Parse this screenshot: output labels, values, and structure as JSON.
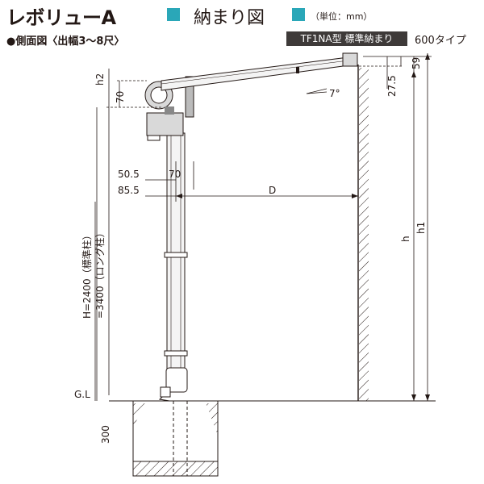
{
  "header": {
    "title": "レボリューA",
    "subtitle": "納まり図",
    "unit": "（単位：mm）",
    "side_view": "●側面図〈出幅3〜8尺〉",
    "badge": "TF1NA型 標準納まり",
    "type": "600タイプ"
  },
  "dimensions": {
    "h2": "h2",
    "seventy_top": "70",
    "angle": "7°",
    "fifty_nine": "59",
    "twenty_seven": "27.5",
    "fifty_point_five": "50.5",
    "seventy_mid": "70",
    "eighty_five": "85.5",
    "d": "D",
    "h": "h",
    "h1": "h1",
    "height_std": "H=2400（標準柱）",
    "height_long": "=3400（ロング柱）",
    "gl": "G.L",
    "foundation": "300"
  },
  "colors": {
    "accent": "#2aa7b8",
    "badge_bg": "#3e3a39",
    "line": "#231815"
  }
}
